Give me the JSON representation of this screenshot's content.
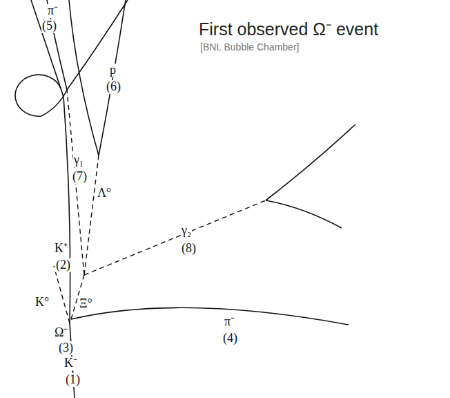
{
  "diagram": {
    "title": "First observed Ω⁻ event",
    "labels": [
      "[BNL Bubble Chamber]",
      "π⁻",
      "(5)",
      "p",
      "(6)",
      "γ₁",
      "(7)",
      "Λ°",
      "K⁺",
      "(2)",
      "γ₂",
      "(8)",
      "K°",
      "Ξ°",
      "Ω⁻",
      "(3)",
      "π⁻",
      "(4)",
      "K⁻",
      "(1)"
    ]
  }
}
